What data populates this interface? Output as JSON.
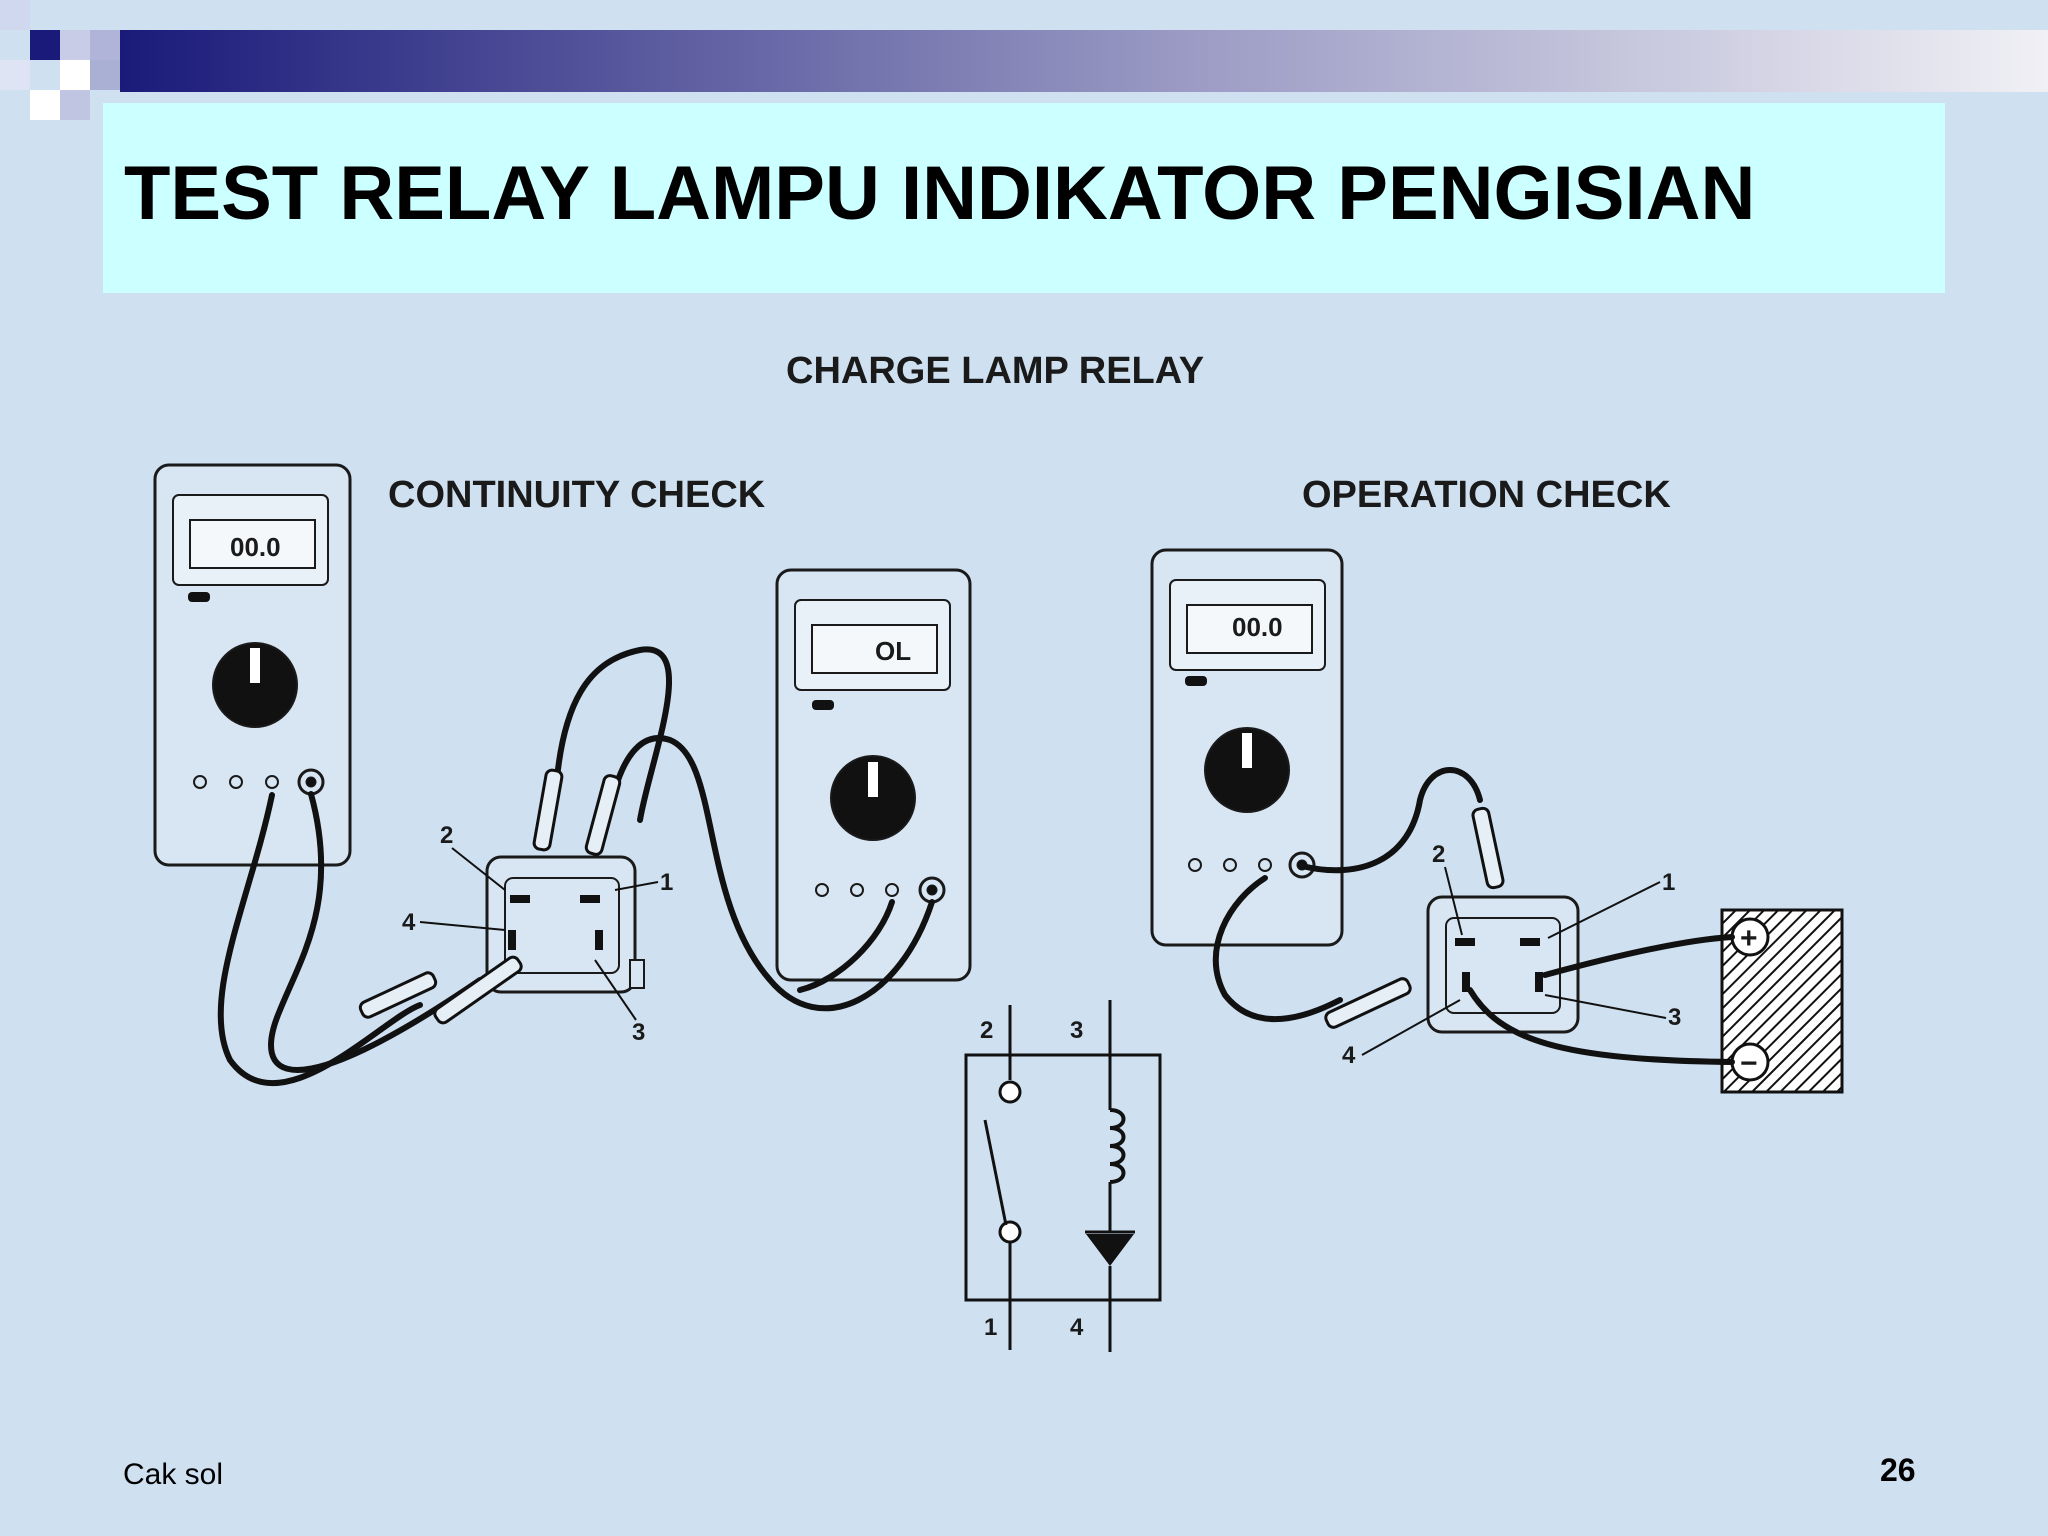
{
  "slide": {
    "title": "TEST RELAY LAMPU INDIKATOR PENGISIAN",
    "author": "Cak sol",
    "page_number": "26"
  },
  "figure": {
    "heading": "CHARGE LAMP RELAY",
    "continuity_label": "CONTINUITY CHECK",
    "operation_label": "OPERATION CHECK",
    "meter_readings": {
      "continuity_left": "00.0",
      "continuity_right": "OL",
      "operation": "00.0"
    },
    "terminals": {
      "t1": "1",
      "t2": "2",
      "t3": "3",
      "t4": "4"
    },
    "battery": {
      "positive": "+",
      "negative": "−"
    }
  },
  "colors": {
    "title_bg": "#ccffff",
    "page_bg": "#cfe0f1",
    "accent_navy": "#1a1a7a"
  }
}
